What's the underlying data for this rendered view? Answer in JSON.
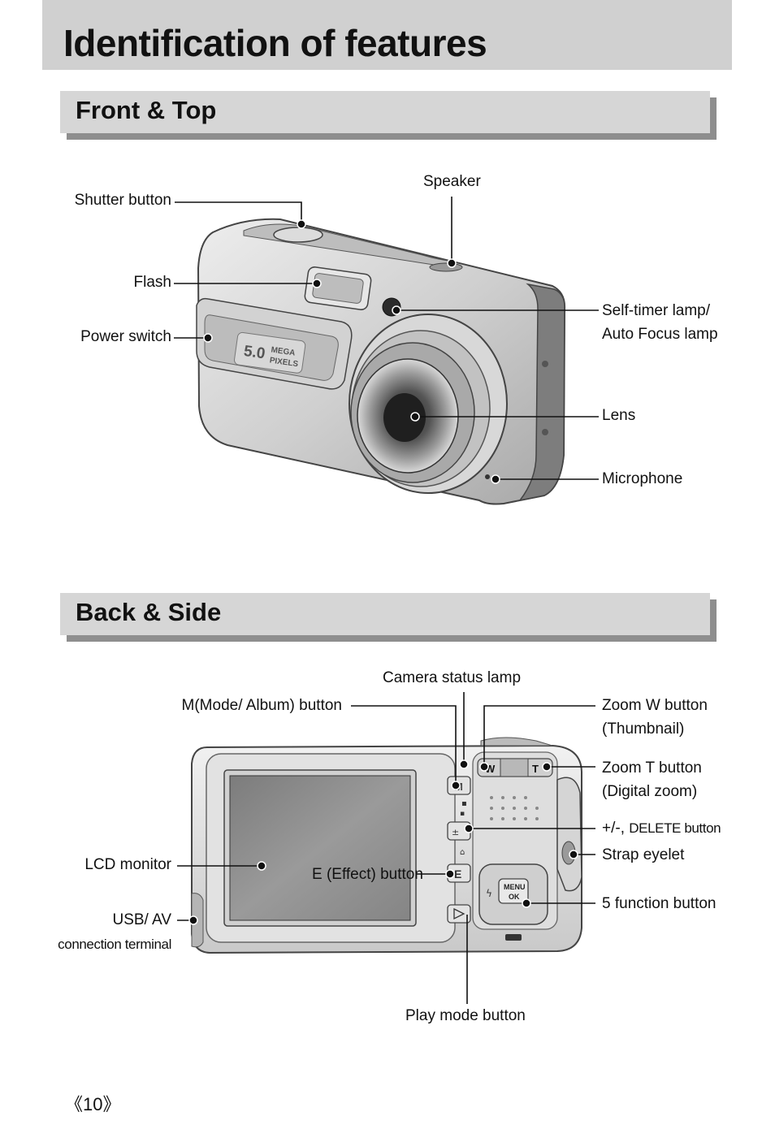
{
  "page": {
    "title": "Identification of features",
    "page_number": "《10》"
  },
  "front_top": {
    "heading": "Front & Top",
    "labels": {
      "shutter": "Shutter button",
      "speaker": "Speaker",
      "flash": "Flash",
      "power": "Power switch",
      "selftimer_1": "Self-timer lamp/",
      "selftimer_2": "Auto Focus lamp",
      "lens": "Lens",
      "microphone": "Microphone",
      "badge_num": "5.0",
      "badge_mega": "MEGA",
      "badge_pixels": "PIXELS"
    }
  },
  "back_side": {
    "heading": "Back & Side",
    "labels": {
      "status_lamp": "Camera status lamp",
      "mode_button": "M(Mode/ Album) button",
      "zoom_w_1": "Zoom W button",
      "zoom_w_2": "(Thumbnail)",
      "zoom_t_1": "Zoom T button",
      "zoom_t_2": "(Digital zoom)",
      "delete_prefix": "+/-, ",
      "delete_rest": "DELETE button",
      "strap": "Strap eyelet",
      "lcd": "LCD monitor",
      "effect": "E (Effect) button",
      "five_function": "5 function button",
      "usb_1": "USB/ AV",
      "usb_2": "connection terminal",
      "play": "Play mode button",
      "menu_1": "MENU",
      "menu_2": "OK",
      "btn_w": "W",
      "btn_t": "T",
      "btn_m": "M",
      "btn_e": "E"
    }
  }
}
